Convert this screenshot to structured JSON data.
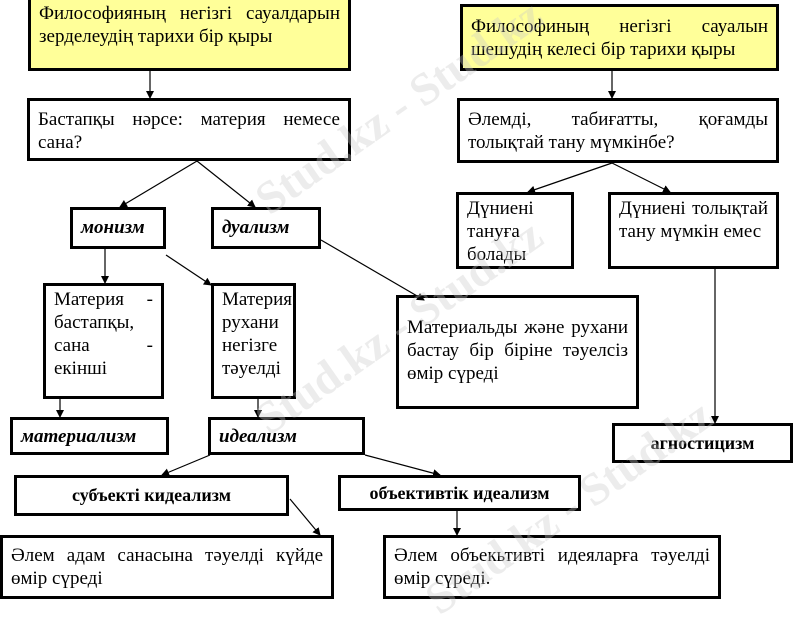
{
  "boxes": {
    "left_root": "Философияның негізгі сауалдарын зерделеудің тарихи бір қыры",
    "left_question": "Бастапқы нәрсе: материя немесе сана?",
    "monism": "монизм",
    "dualism": "дуализм",
    "matter_primary": "Материя - бастапқы, сана - екінші",
    "matter_depends_spirit": "Материя рухани негізге тәуелді",
    "dualism_desc": "Материальды және рухани бастау бір біріне тәуелсіз өмір сүреді",
    "materialism": "материализм",
    "idealism": "идеализм",
    "subjective_idealism": "субъекті кидеализм",
    "objective_idealism": "объективтік идеализм",
    "subjective_desc": "Әлем адам санасына тәуелді күйде өмір сүреді",
    "objective_desc": "Әлем объекьтивті идеяларға тәуелді өмір сүреді.",
    "right_root": "Философиның негізгі сауалын шешудің келесі бір тарихи қыры",
    "right_question": "Әлемді, табиғатты, қоғамды толықтай тану мүмкінбе?",
    "knowable": "Дүниені тануға болады",
    "unknowable": "Дүниені толықтай тану мүмкін емес",
    "agnosticism": "агностицизм"
  },
  "watermark": "Stud.kz - Stud.kz",
  "colors": {
    "highlight": "#ffff99",
    "border": "#000000"
  }
}
